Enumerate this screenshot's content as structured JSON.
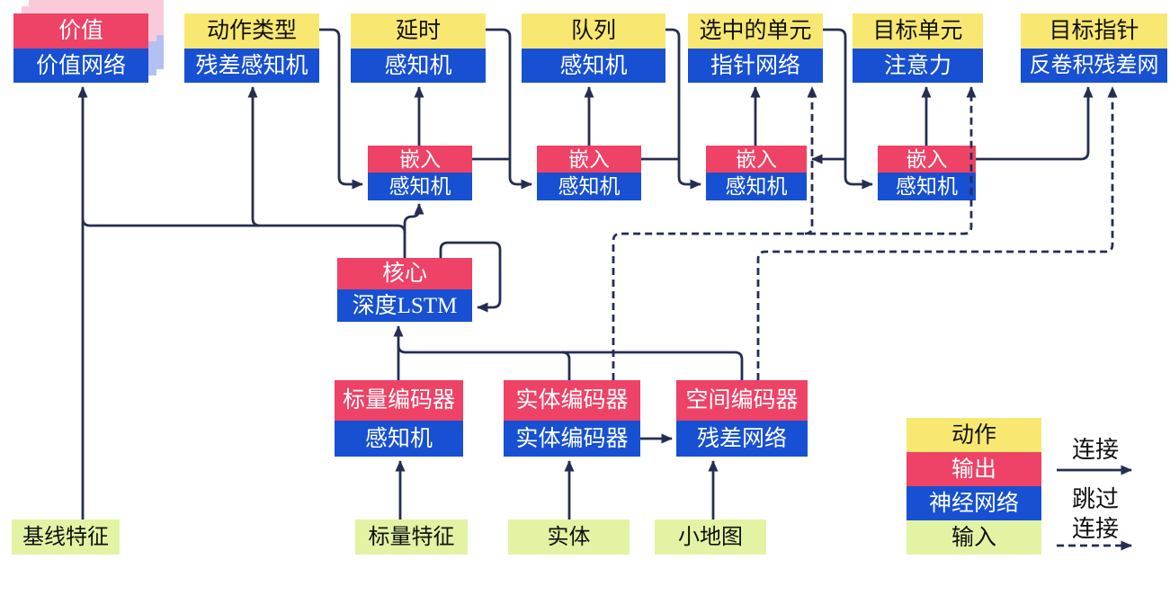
{
  "colors": {
    "yellow": "#f8e871",
    "pink": "#ee4266",
    "blue": "#1750d2",
    "green": "#e2f4a3",
    "line": "#252e52",
    "ghost_pink": "#f9cbda",
    "ghost_blue": "#b2c0f2"
  },
  "nodes": {
    "value": {
      "top": "价值",
      "bottom": "价值网络"
    },
    "action_type": {
      "top": "动作类型",
      "bottom": "残差感知机"
    },
    "delay": {
      "top": "延时",
      "bottom": "感知机"
    },
    "queue": {
      "top": "队列",
      "bottom": "感知机"
    },
    "selected_units": {
      "top": "选中的单元",
      "bottom": "指针网络"
    },
    "target_unit": {
      "top": "目标单元",
      "bottom": "注意力"
    },
    "target_point": {
      "top": "目标指针",
      "bottom": "反卷积残差网"
    },
    "embed1": {
      "top": "嵌入",
      "bottom": "感知机"
    },
    "embed2": {
      "top": "嵌入",
      "bottom": "感知机"
    },
    "embed3": {
      "top": "嵌入",
      "bottom": "感知机"
    },
    "embed4": {
      "top": "嵌入",
      "bottom": "感知机"
    },
    "core": {
      "top": "核心",
      "bottom": "深度LSTM"
    },
    "scalar_encoder": {
      "top": "标量编码器",
      "bottom": "感知机"
    },
    "entity_encoder": {
      "top": "实体编码器",
      "bottom": "实体编码器"
    },
    "spatial_encoder": {
      "top": "空间编码器",
      "bottom": "残差网络"
    },
    "baseline_features": {
      "label": "基线特征"
    },
    "scalar_features": {
      "label": "标量特征"
    },
    "entities": {
      "label": "实体"
    },
    "minimap": {
      "label": "小地图"
    }
  },
  "legend": {
    "action": "动作",
    "output": "输出",
    "network": "神经网络",
    "input": "输入",
    "connection": "连接",
    "skip_line1": "跳过",
    "skip_line2": "连接"
  }
}
